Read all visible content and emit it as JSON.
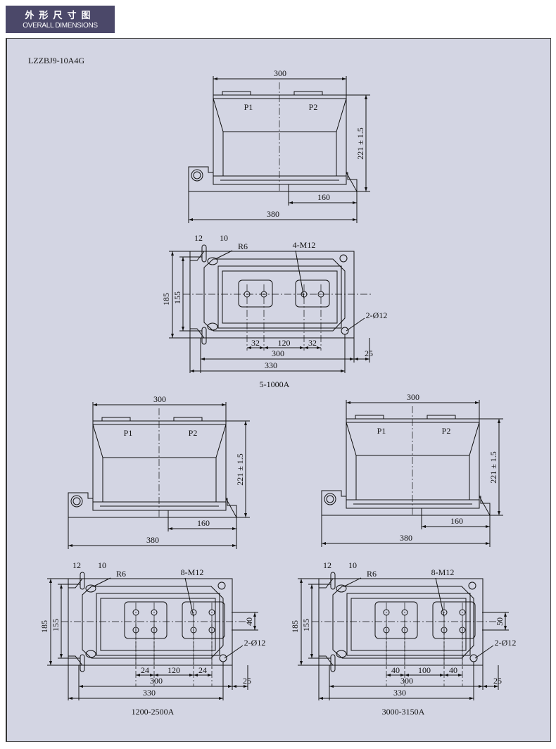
{
  "header": {
    "title_cn": "外形尺寸图",
    "title_en": "OVERALL DIMENSIONS"
  },
  "model": "LZZBJ9-10A4G",
  "colors": {
    "header": "#4b4869",
    "panel": "#d3d5e3",
    "line": "#111111"
  },
  "front_views": [
    {
      "width": "300",
      "height": "221 ± 1.5",
      "mount": "160",
      "base": "380",
      "p1": "P1",
      "p2": "P2"
    },
    {
      "width": "300",
      "height": "221 ± 1.5",
      "mount": "160",
      "base": "380",
      "p1": "P1",
      "p2": "P2"
    },
    {
      "width": "300",
      "height": "221 ± 1.5",
      "mount": "160",
      "base": "380",
      "p1": "P1",
      "p2": "P2"
    }
  ],
  "top_views": [
    {
      "caption": "5-1000A",
      "d12": "12",
      "d10": "10",
      "r6": "R6",
      "bolts": "4-M12",
      "holes": "2-Ø12",
      "h185": "185",
      "h155": "155",
      "a": "32",
      "mid": "120",
      "b": "32",
      "w300": "300",
      "w330": "330",
      "e25": "25",
      "vgap": ""
    },
    {
      "caption": "1200-2500A",
      "d12": "12",
      "d10": "10",
      "r6": "R6",
      "bolts": "8-M12",
      "holes": "2-Ø12",
      "h185": "185",
      "h155": "155",
      "a": "24",
      "mid": "120",
      "b": "24",
      "w300": "300",
      "w330": "330",
      "e25": "25",
      "vgap": "40"
    },
    {
      "caption": "3000-3150A",
      "d12": "12",
      "d10": "10",
      "r6": "R6",
      "bolts": "8-M12",
      "holes": "2-Ø12",
      "h185": "185",
      "h155": "155",
      "a": "40",
      "mid": "100",
      "b": "40",
      "w300": "300",
      "w330": "330",
      "e25": "25",
      "vgap": "50"
    }
  ]
}
